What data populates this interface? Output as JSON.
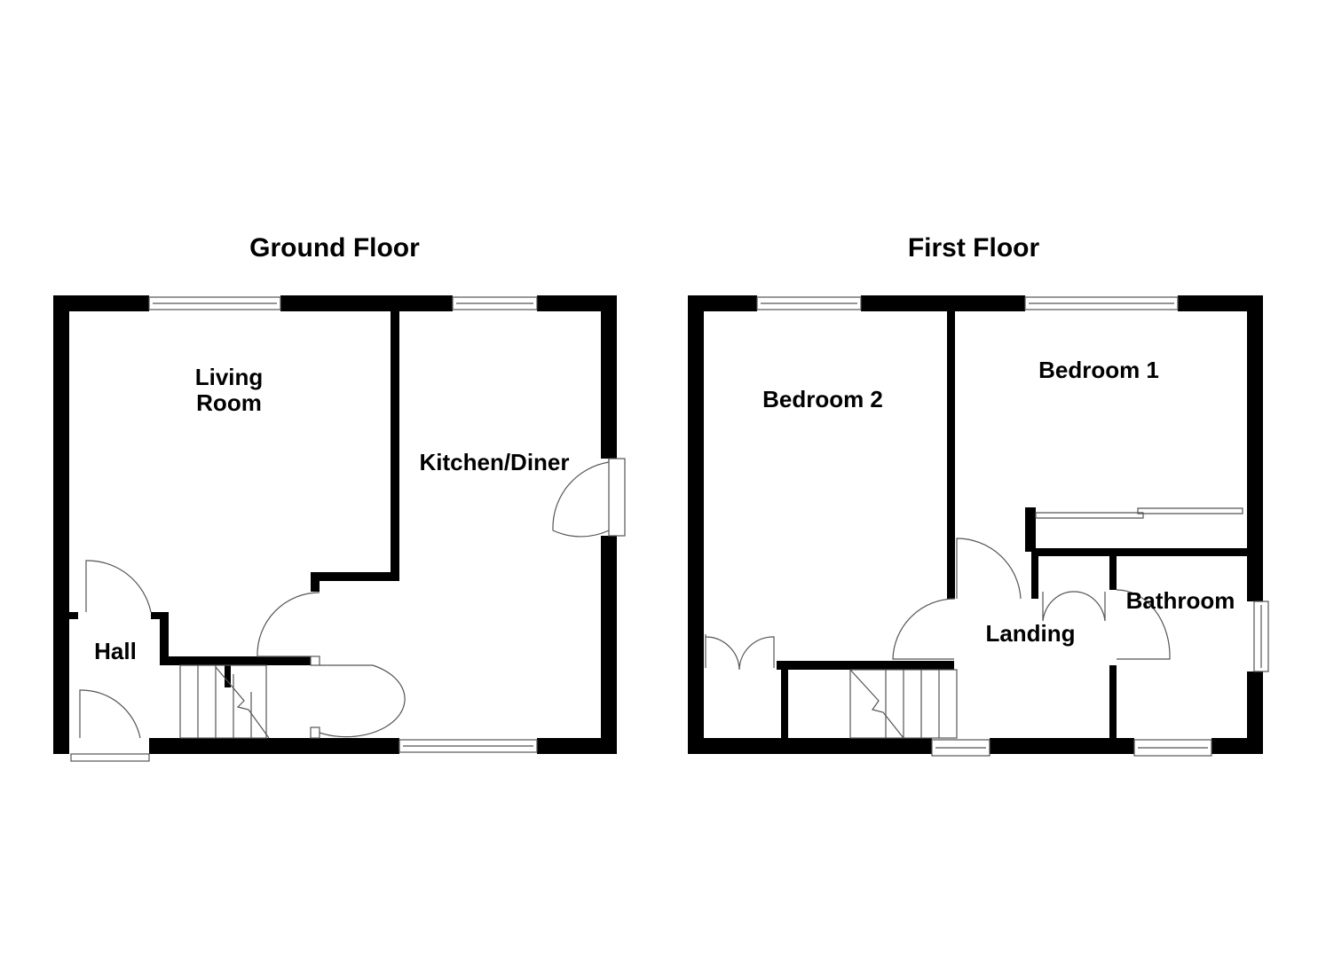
{
  "floors": [
    {
      "title": "Ground Floor",
      "rooms": [
        "Living Room",
        "Kitchen/Diner",
        "Hall"
      ],
      "living_line1": "Living",
      "living_line2": "Room"
    },
    {
      "title": "First Floor",
      "rooms": [
        "Bedroom 2",
        "Bedroom 1",
        "Landing",
        "Bathroom"
      ]
    }
  ]
}
